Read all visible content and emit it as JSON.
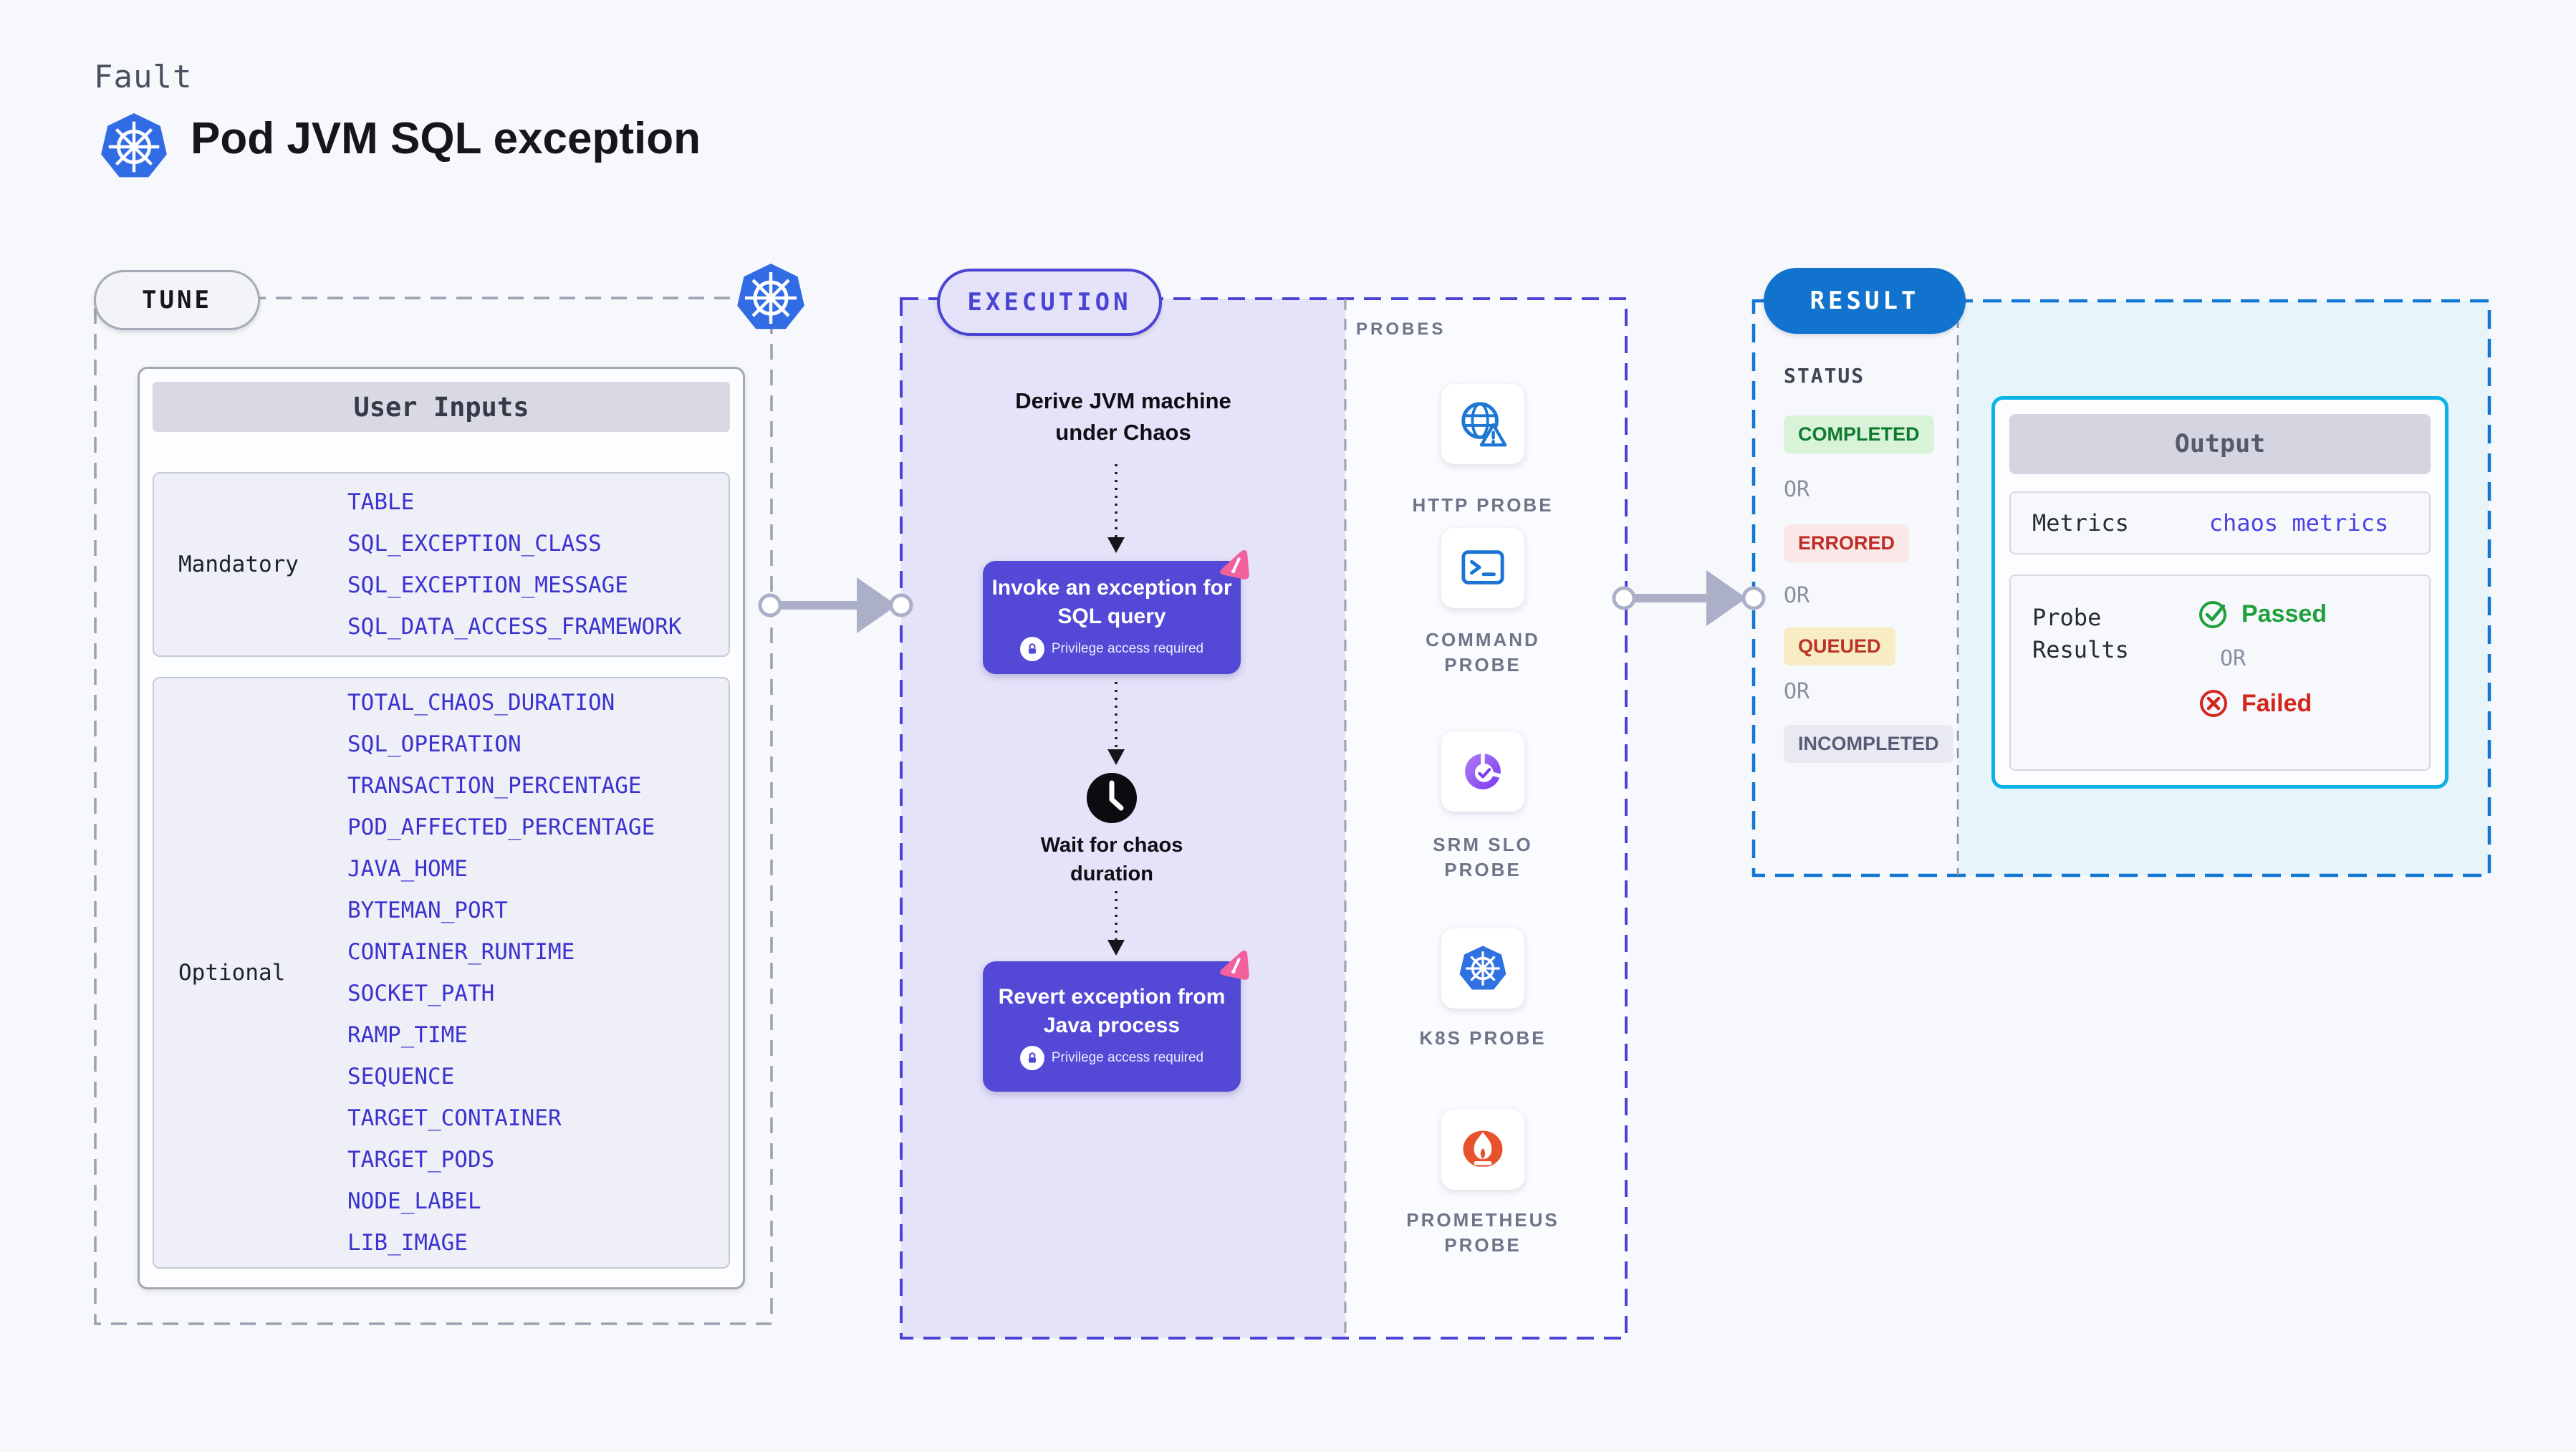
{
  "colors": {
    "page_bg": "#f7f8fb",
    "kubernetes_blue": "#326ce5",
    "execution_indigo": "#4a44d4",
    "flow_box_purple": "#5349d6",
    "litmus_pink": "#f2609e",
    "result_blue": "#1273cf",
    "output_border_cyan": "#0cb2e6",
    "variable_blue": "#3b33cf",
    "passed_green": "#1ea03a",
    "failed_red": "#d3261c",
    "completed_green": "#0e7a2e",
    "errored_red": "#bf2d24",
    "queued_amber": "#bb3325",
    "incompleted_gray": "#565d74"
  },
  "header": {
    "eyebrow": "Fault",
    "title": "Pod JVM SQL exception"
  },
  "tune": {
    "tab": "TUNE",
    "table_title": "User Inputs",
    "mandatory_label": "Mandatory",
    "mandatory_items": [
      "TABLE",
      "SQL_EXCEPTION_CLASS",
      "SQL_EXCEPTION_MESSAGE",
      "SQL_DATA_ACCESS_FRAMEWORK"
    ],
    "optional_label": "Optional",
    "optional_items": [
      "TOTAL_CHAOS_DURATION",
      "SQL_OPERATION",
      "TRANSACTION_PERCENTAGE",
      "POD_AFFECTED_PERCENTAGE",
      "JAVA_HOME",
      "BYTEMAN_PORT",
      "CONTAINER_RUNTIME",
      "SOCKET_PATH",
      "RAMP_TIME",
      "SEQUENCE",
      "TARGET_CONTAINER",
      "TARGET_PODS",
      "NODE_LABEL",
      "LIB_IMAGE"
    ]
  },
  "execution": {
    "tab": "EXECUTION",
    "derive_step": "Derive JVM machine under Chaos",
    "invoke_step": {
      "title": "Invoke an exception for SQL query",
      "badge": "Privilege access required"
    },
    "wait_step": "Wait for chaos duration",
    "revert_step": {
      "title": "Revert exception from Java process",
      "badge": "Privilege access required"
    }
  },
  "probes": {
    "label": "PROBES",
    "items": [
      {
        "name": "HTTP PROBE",
        "icon": "globe-alert-icon"
      },
      {
        "name": "COMMAND PROBE",
        "icon": "terminal-icon"
      },
      {
        "name": "SRM SLO PROBE",
        "icon": "slo-pie-check-icon"
      },
      {
        "name": "K8S PROBE",
        "icon": "kubernetes-icon"
      },
      {
        "name": "PROMETHEUS PROBE",
        "icon": "prometheus-icon"
      }
    ]
  },
  "result": {
    "tab": "RESULT",
    "status_label": "STATUS",
    "statuses": [
      "COMPLETED",
      "ERRORED",
      "QUEUED",
      "INCOMPLETED"
    ],
    "or_label": "OR",
    "output": {
      "title": "Output",
      "metrics_label": "Metrics",
      "metrics_value": "chaos metrics",
      "probe_results_label": "Probe Results",
      "passed_label": "Passed",
      "or_label": "OR",
      "failed_label": "Failed"
    }
  }
}
